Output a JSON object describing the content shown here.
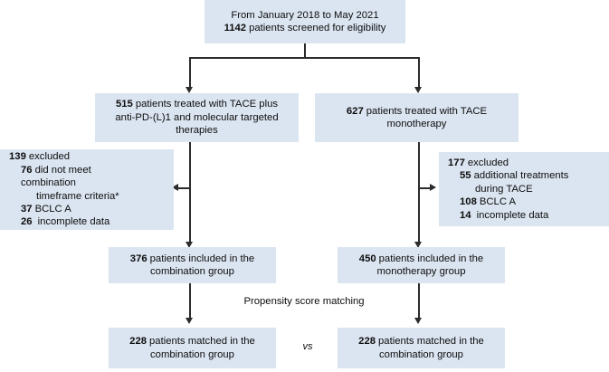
{
  "diagram": {
    "title": "Patient screening and propensity score matching flow",
    "colors": {
      "box_fill": "#dbe5f1",
      "line": "#2b2b2b",
      "text": "#0d0d0d",
      "page_background": "#ffffff"
    }
  },
  "nodes": {
    "screening": {
      "line1": "From January 2018 to May 2021",
      "count": "1142",
      "line2": "patients screened for eligibility"
    },
    "combination_arm": {
      "count": "515",
      "line1": "patients treated with TACE plus",
      "line2": "anti-PD-(L)1 and molecular targeted",
      "line3": "therapies"
    },
    "monotherapy_arm": {
      "count": "627",
      "line1": "patients treated with TACE",
      "line2": "monotherapy"
    },
    "combination_excluded": {
      "total": "139",
      "total_label": "excluded",
      "reasons": [
        {
          "count": "76",
          "label": "did not meet"
        },
        {
          "count": "",
          "label": "combination"
        },
        {
          "count": "",
          "label": "timeframe criteria*"
        },
        {
          "count": "37",
          "label": "BCLC A"
        },
        {
          "count": "26",
          "label": "incomplete data"
        }
      ]
    },
    "monotherapy_excluded": {
      "total": "177",
      "total_label": "excluded",
      "reasons": [
        {
          "count": "55",
          "label": "additional treatments"
        },
        {
          "count": "",
          "label": "during TACE"
        },
        {
          "count": "108",
          "label": "BCLC A"
        },
        {
          "count": "14",
          "label": "incomplete data"
        }
      ]
    },
    "combination_included": {
      "count": "376",
      "line1": "patients included in the",
      "line2": "combination group"
    },
    "monotherapy_included": {
      "count": "450",
      "line1": "patients included in the",
      "line2": "monotherapy group"
    },
    "combination_matched": {
      "count": "228",
      "line1": "patients matched in the",
      "line2": "combination group"
    },
    "monotherapy_matched": {
      "count": "228",
      "line1": "patients matched in the",
      "line2": "combination group"
    }
  },
  "labels": {
    "propensity_score_matching": "Propensity score matching",
    "versus": "vs"
  }
}
